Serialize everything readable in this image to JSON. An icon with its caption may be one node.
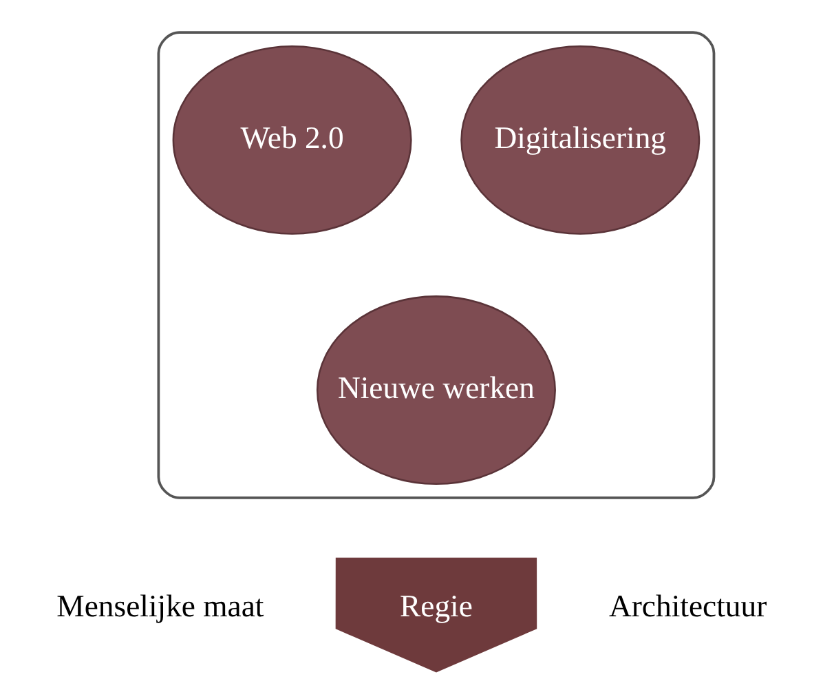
{
  "diagram": {
    "nodes": [
      {
        "text": [],
        "shape": "funnel"
      },
      {
        "text": [
          "Digitalisering"
        ],
        "in": 0
      },
      {
        "text": [
          "Web 2.0"
        ],
        "in": 0
      },
      {
        "text": [
          "Nieuwe werken"
        ],
        "in": 0
      },
      {
        "text": [
          "Regie"
        ]
      }
    ],
    "labels": [
      "Menselijke maat",
      "Architectuur"
    ]
  }
}
